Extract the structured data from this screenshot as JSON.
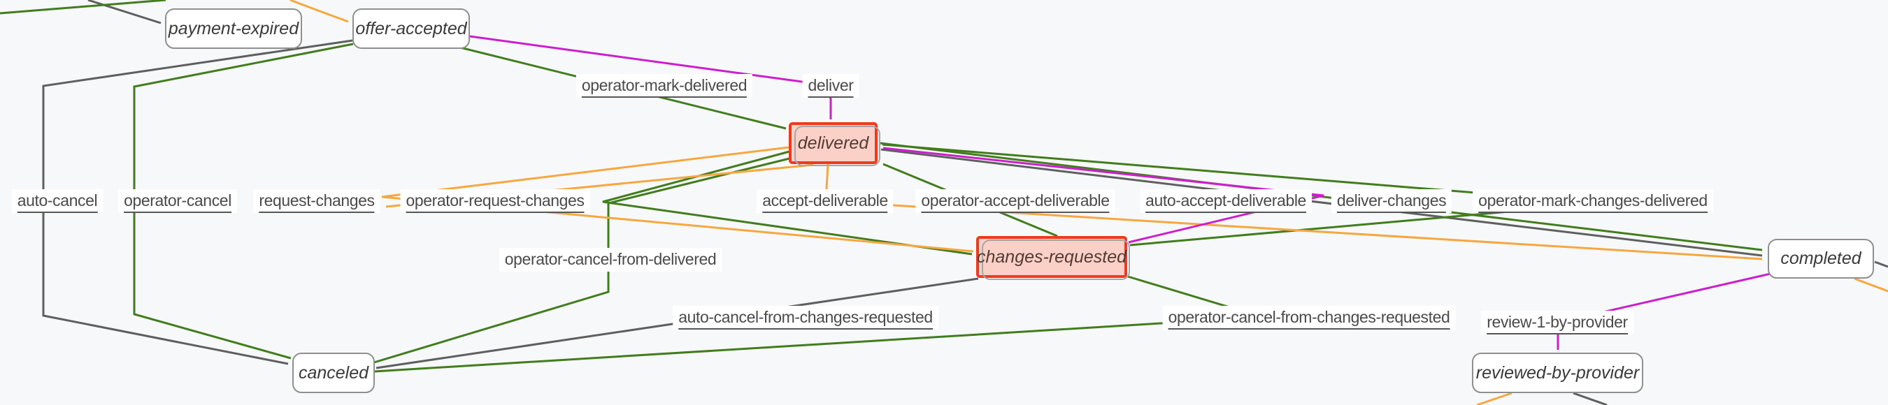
{
  "diagram": {
    "type": "transaction-process-state-graph",
    "background_color": "#f7f8fa",
    "states": [
      {
        "id": "payment-expired",
        "label": "payment-expired",
        "highlighted": false
      },
      {
        "id": "offer-accepted",
        "label": "offer-accepted",
        "highlighted": false
      },
      {
        "id": "delivered",
        "label": "delivered",
        "highlighted": true
      },
      {
        "id": "changes-requested",
        "label": "changes-requested",
        "highlighted": true
      },
      {
        "id": "canceled",
        "label": "canceled",
        "highlighted": false
      },
      {
        "id": "completed",
        "label": "completed",
        "highlighted": false
      },
      {
        "id": "reviewed-by-provider",
        "label": "reviewed-by-provider",
        "highlighted": false
      }
    ],
    "transitions": [
      {
        "label": "operator-mark-delivered",
        "color_role": "operator",
        "underlined": true
      },
      {
        "label": "deliver",
        "color_role": "provider",
        "underlined": true
      },
      {
        "label": "auto-cancel",
        "color_role": "auto",
        "underlined": true
      },
      {
        "label": "operator-cancel",
        "color_role": "operator",
        "underlined": true
      },
      {
        "label": "request-changes",
        "color_role": "customer",
        "underlined": true
      },
      {
        "label": "operator-request-changes",
        "color_role": "operator",
        "underlined": true
      },
      {
        "label": "accept-deliverable",
        "color_role": "customer",
        "underlined": true
      },
      {
        "label": "operator-accept-deliverable",
        "color_role": "operator",
        "underlined": true
      },
      {
        "label": "auto-accept-deliverable",
        "color_role": "auto",
        "underlined": true
      },
      {
        "label": "deliver-changes",
        "color_role": "provider",
        "underlined": true
      },
      {
        "label": "operator-mark-changes-delivered",
        "color_role": "operator",
        "underlined": true
      },
      {
        "label": "operator-cancel-from-delivered",
        "color_role": "operator",
        "underlined": false
      },
      {
        "label": "auto-cancel-from-changes-requested",
        "color_role": "auto",
        "underlined": true
      },
      {
        "label": "operator-cancel-from-changes-requested",
        "color_role": "operator",
        "underlined": true
      },
      {
        "label": "review-1-by-provider",
        "color_role": "provider",
        "underlined": true
      }
    ],
    "palette": {
      "operator_edge": "#417c1d",
      "customer_edge": "#f6a73f",
      "provider_edge": "#cd1ecd",
      "auto_edge": "#5f5f5f",
      "state_border": "#8f8f8f",
      "state_text": "#3a3a3a",
      "label_text": "#4a4a4a",
      "highlight_border": "#ef3a1e",
      "highlight_fill": "#fbd1c7"
    }
  }
}
